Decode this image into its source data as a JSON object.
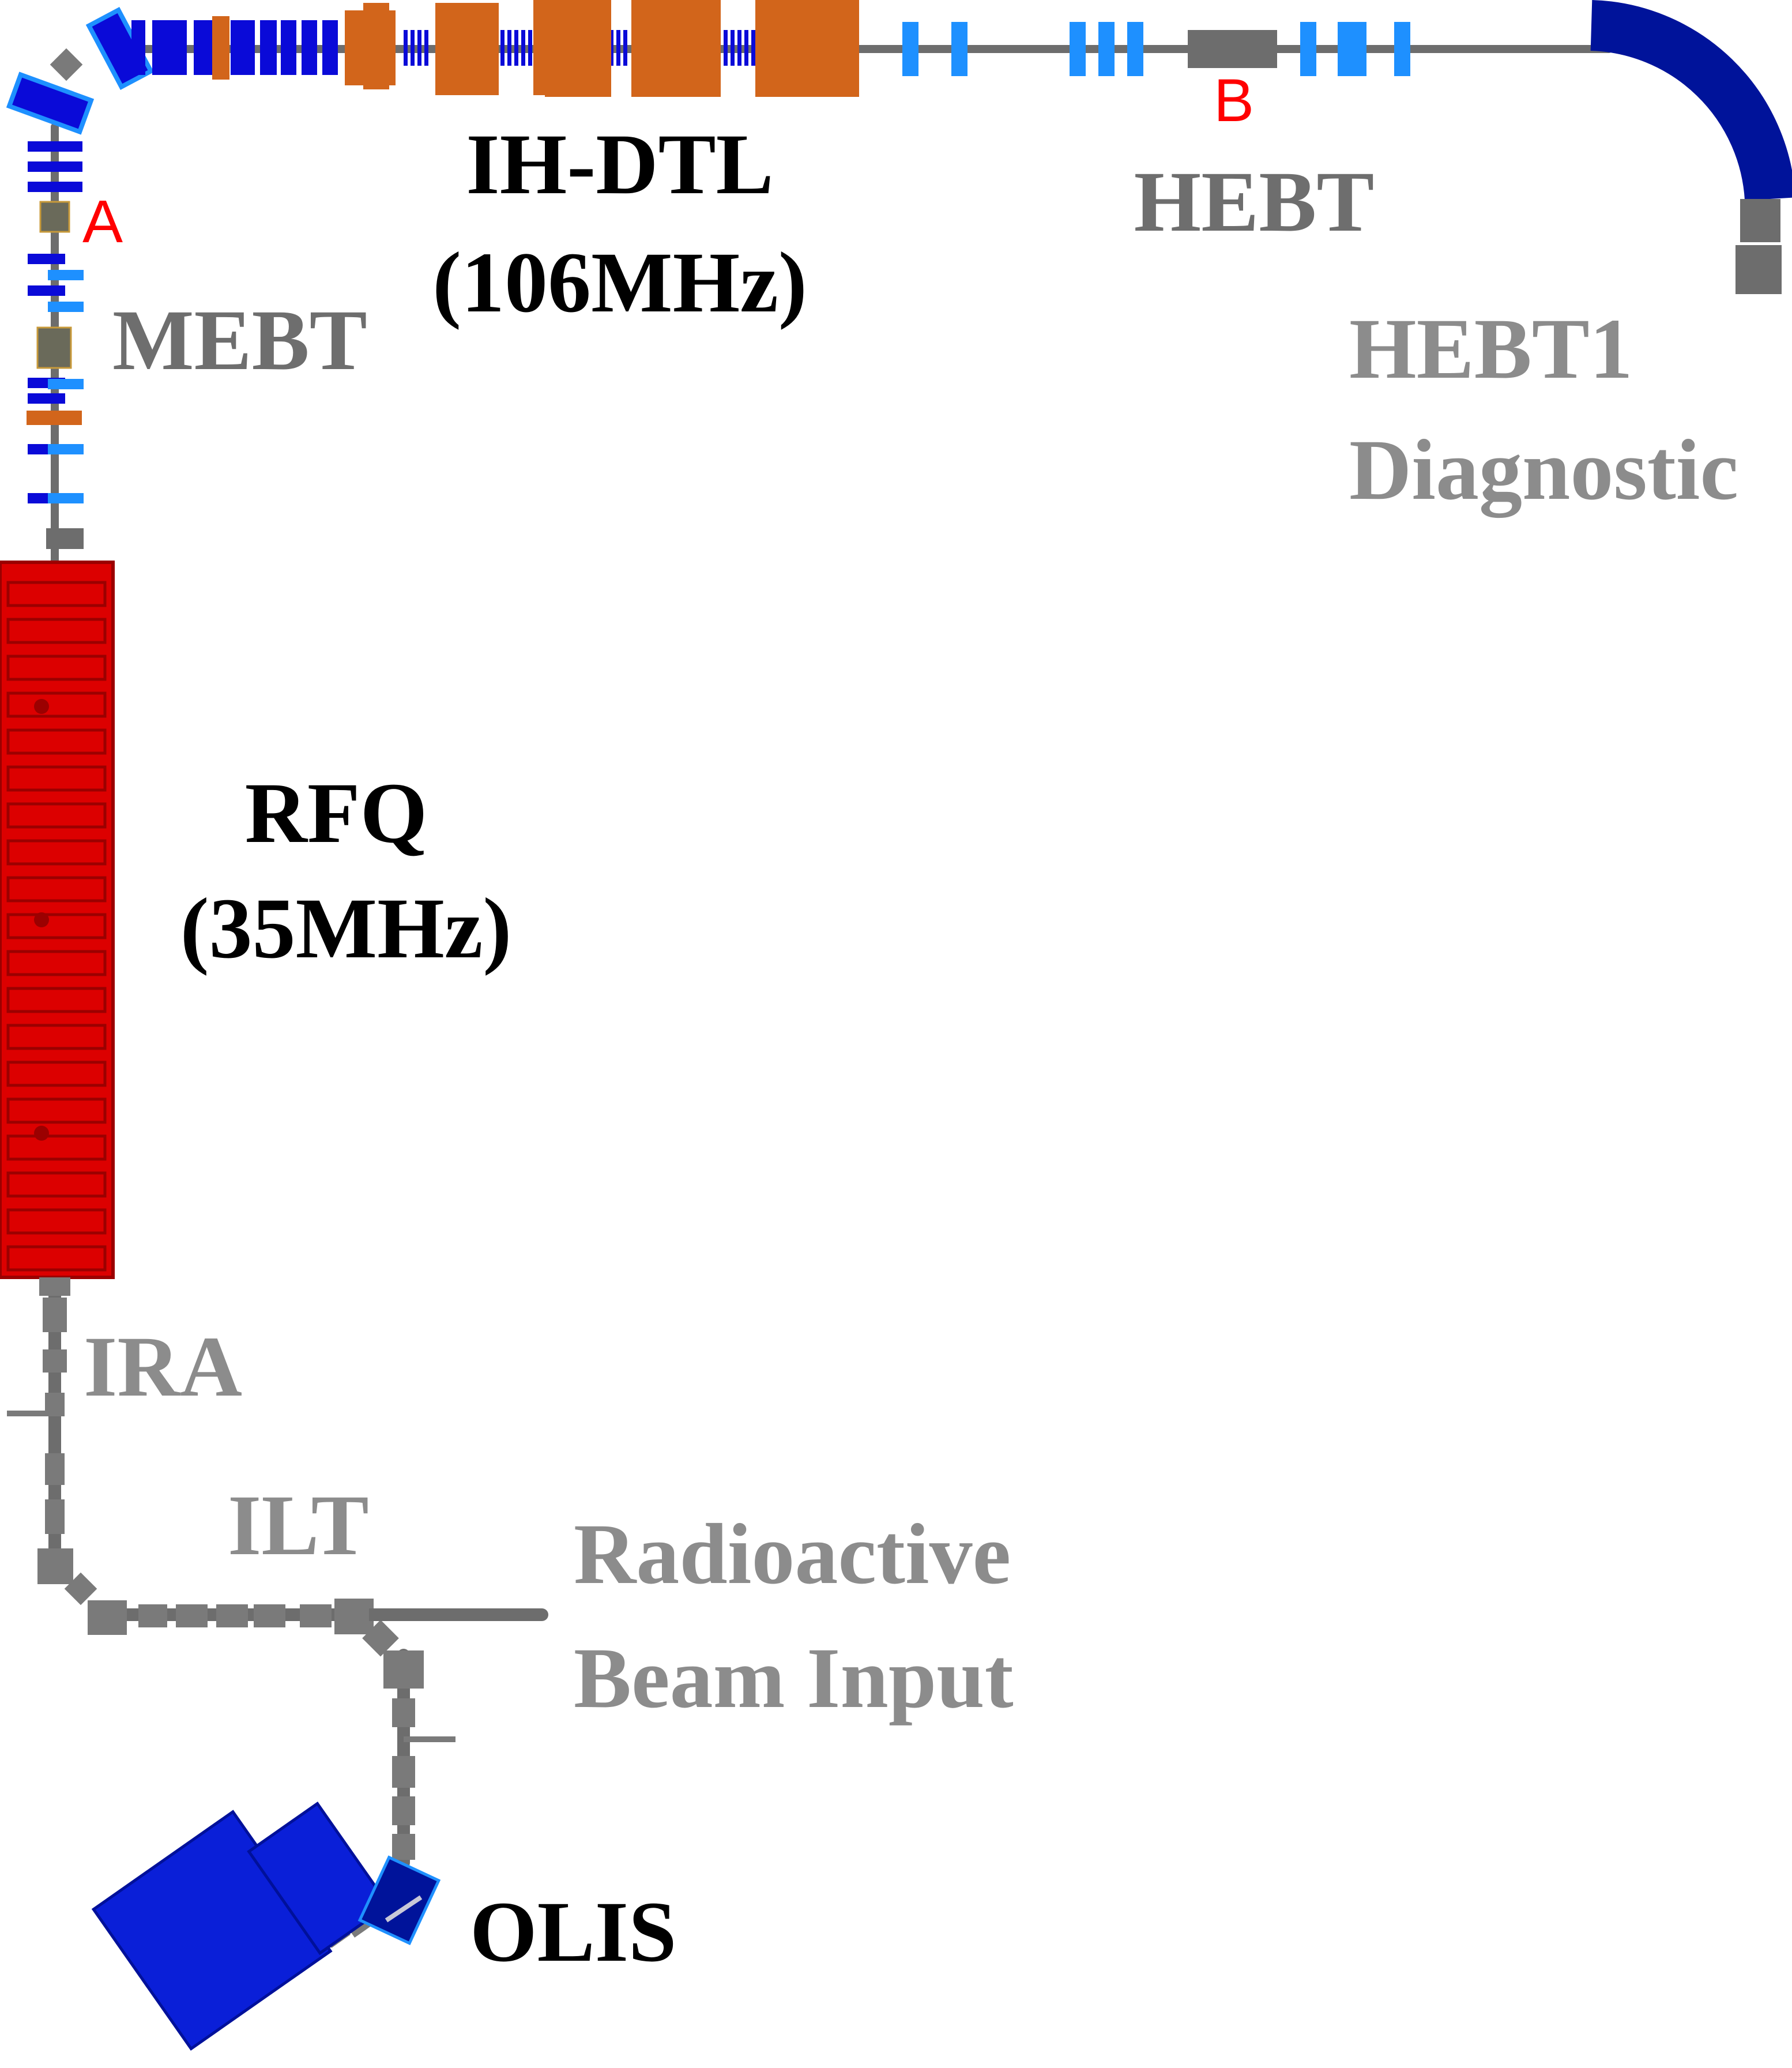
{
  "diagram": {
    "labels": {
      "ih_dtl": [
        "IH-DTL",
        "(106MHz)"
      ],
      "hebt": "HEBT",
      "hebt1": [
        "HEBT1",
        "Diagnostic"
      ],
      "mebt": "MEBT",
      "rfq": [
        "RFQ",
        "(35MHz)"
      ],
      "ira": "IRA",
      "ilt": "ILT",
      "radioactive": [
        "Radioactive",
        "Beam Input"
      ],
      "olis": "OLIS"
    },
    "points": {
      "a": "A",
      "b": "B"
    },
    "colors": {
      "beamline": "#6d6d6d",
      "light_gray_label": "#8c8c8c",
      "dark_gray_label": "#6e6e6e",
      "black_label": "#000000",
      "point_marker": "#ff0000",
      "rfq": "#dc0000",
      "rfq_edge": "#9b0000",
      "dtl_tank": "#d2651b",
      "quad_dark": "#0a0ad8",
      "quad_light": "#1e90ff",
      "dipole": "#00139a",
      "olis_source": "#0a1fd8",
      "diagnostic": "#6a6a5a"
    }
  }
}
